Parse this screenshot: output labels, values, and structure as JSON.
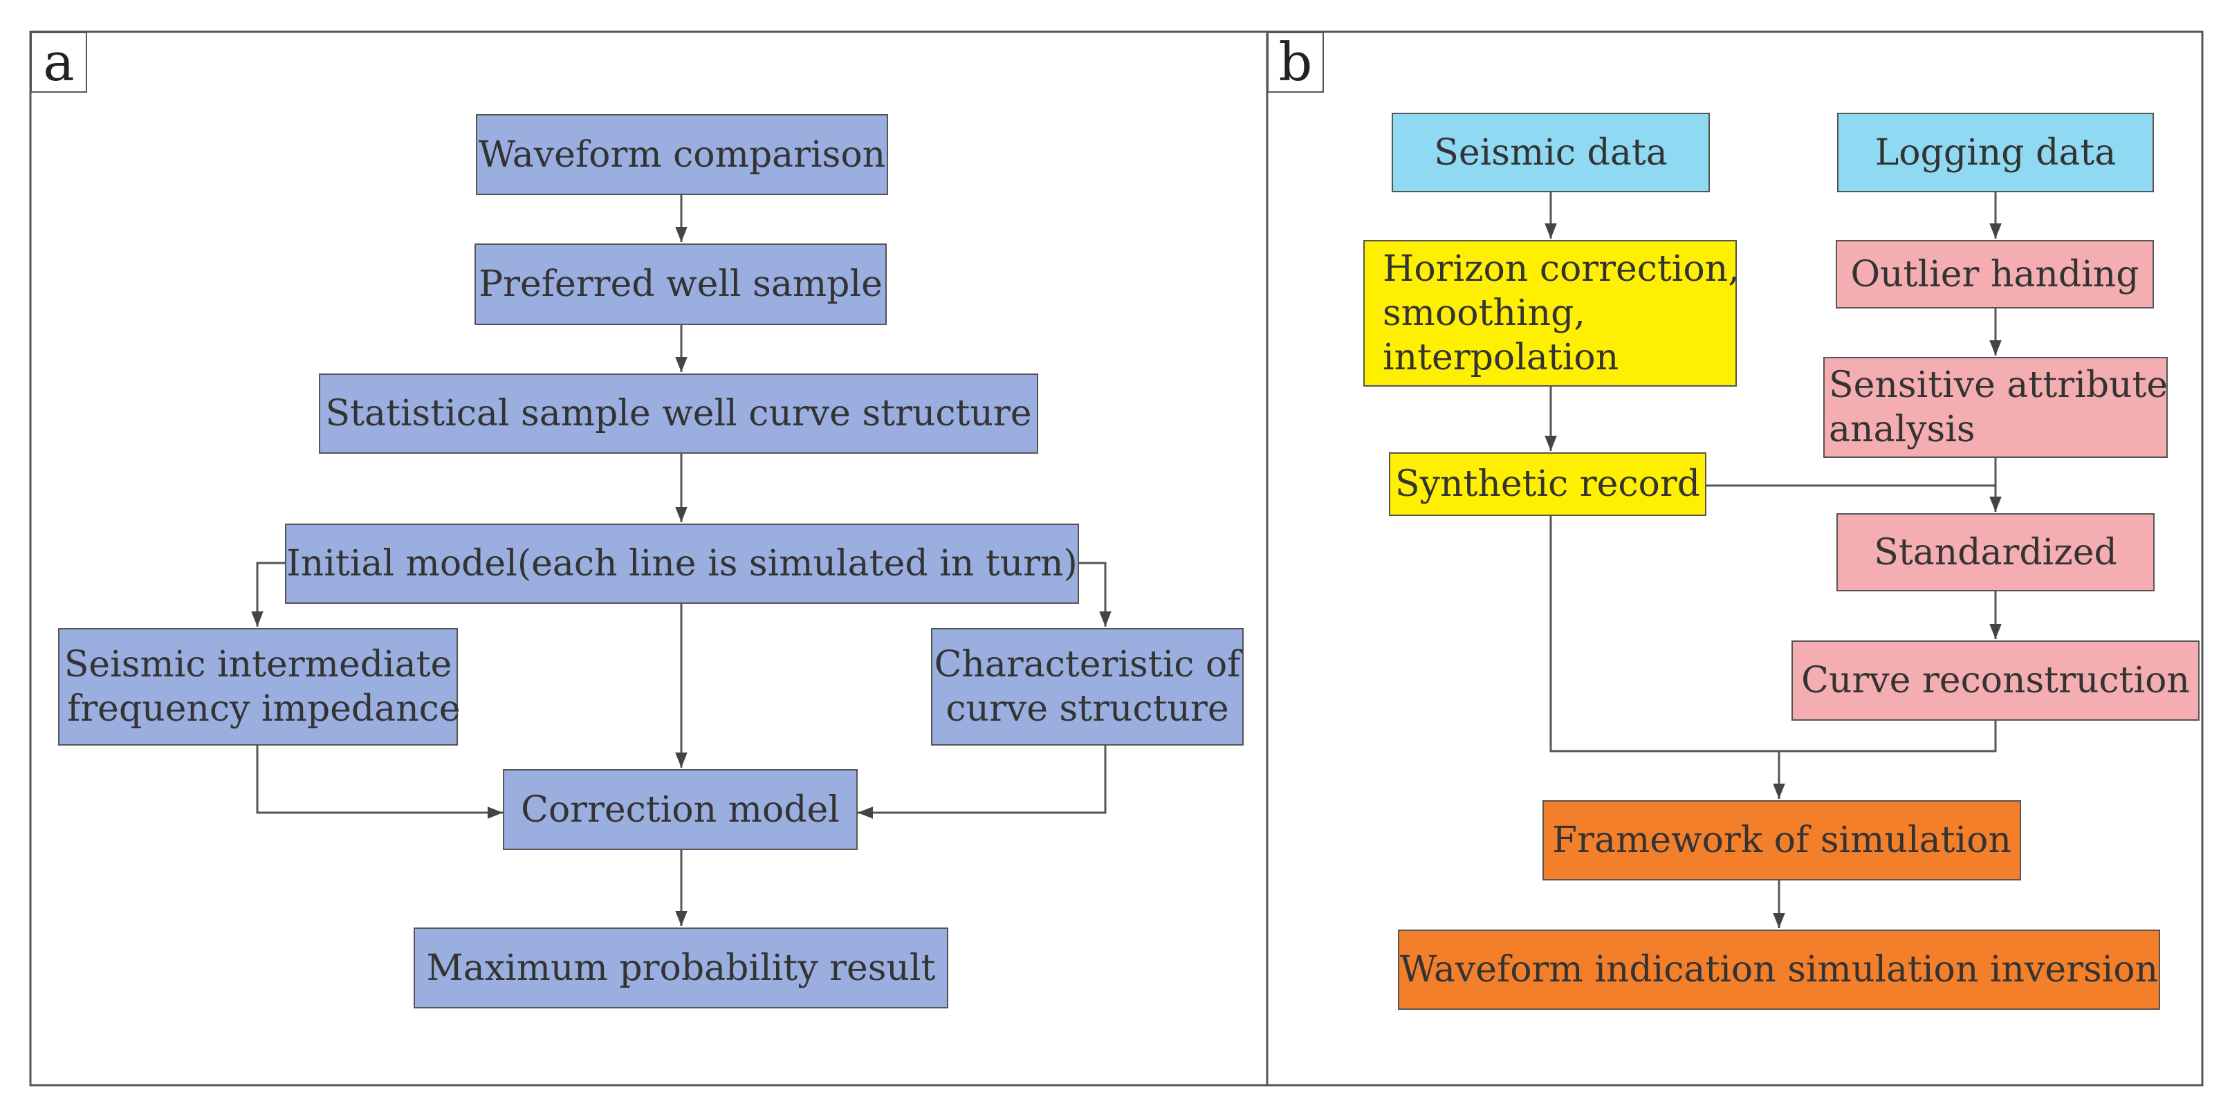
{
  "panels": {
    "a": {
      "label": "a"
    },
    "b": {
      "label": "b"
    }
  },
  "diagram_a": {
    "waveform_comparison": "Waveform comparison",
    "preferred_well_sample": "Preferred well sample",
    "statistical_structure": "Statistical sample well curve structure",
    "initial_model": "Initial model(each line is simulated in turn)",
    "seismic_impedance": "Seismic intermediate\n frequency impedance",
    "characteristic_curve": "Characteristic of\ncurve structure",
    "correction_model": "Correction model",
    "max_probability": "Maximum probability result"
  },
  "diagram_b": {
    "seismic_data": "Seismic data",
    "logging_data": "Logging data",
    "horizon_correction": "Horizon correction,\nsmoothing,\ninterpolation",
    "outlier_handing": "Outlier handing",
    "sensitive_attribute": "Sensitive attribute\nanalysis",
    "synthetic_record": "Synthetic record",
    "standardized": "Standardized",
    "curve_reconstruction": "Curve reconstruction",
    "framework_simulation": "Framework of simulation",
    "waveform_inversion": "Waveform indication simulation inversion"
  },
  "colors": {
    "blue": "#9aaedf",
    "cyan": "#8fd9f3",
    "yellow": "#ffef00",
    "pink": "#f4aeb1",
    "orange": "#f47f2b",
    "line": "#555555"
  }
}
